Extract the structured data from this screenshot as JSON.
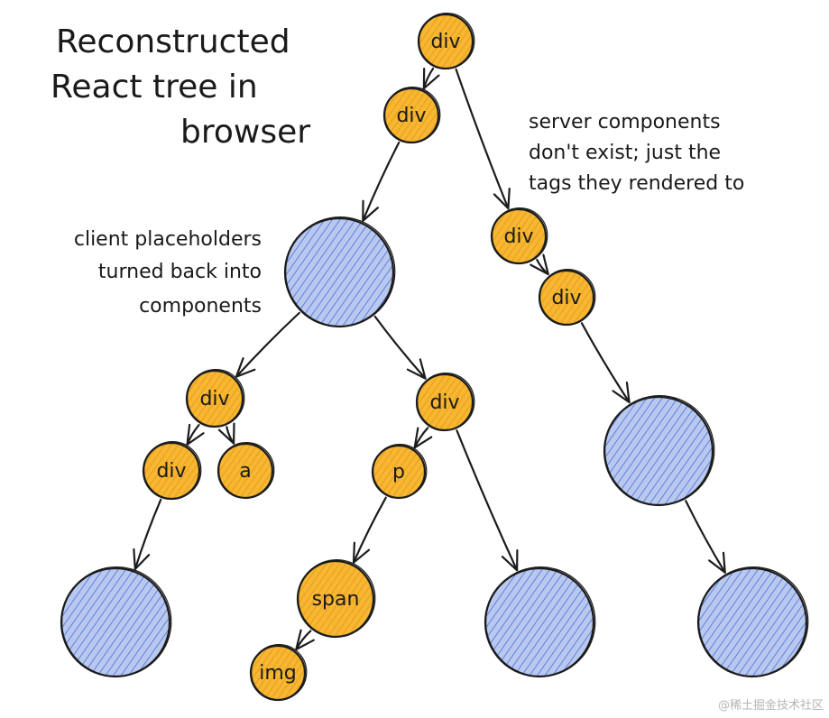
{
  "title": [
    "Reconstructed",
    "React tree in",
    "browser"
  ],
  "server_note": [
    "server components",
    "don't exist; just the",
    "tags they rendered to"
  ],
  "client_note": [
    "client placeholders",
    "turned back into",
    "components"
  ],
  "watermark": "@稀土掘金技术社区",
  "colors": {
    "element_fill": "#f7b733",
    "element_hatch": "#e8a21a",
    "component_fill": "#b9c9ee",
    "component_hatch": "#4a6ce0",
    "stroke": "#1c1c1c"
  },
  "nodes": [
    {
      "id": "root-div",
      "kind": "element",
      "label": "div"
    },
    {
      "id": "div-a",
      "kind": "element",
      "label": "div"
    },
    {
      "id": "client-comp-1",
      "kind": "component",
      "label": ""
    },
    {
      "id": "div-right-1",
      "kind": "element",
      "label": "div"
    },
    {
      "id": "div-right-2",
      "kind": "element",
      "label": "div"
    },
    {
      "id": "client-comp-2",
      "kind": "component",
      "label": ""
    },
    {
      "id": "div-left",
      "kind": "element",
      "label": "div"
    },
    {
      "id": "div-mid",
      "kind": "element",
      "label": "div"
    },
    {
      "id": "div-left-child",
      "kind": "element",
      "label": "div"
    },
    {
      "id": "a-node",
      "kind": "element",
      "label": "a"
    },
    {
      "id": "p-node",
      "kind": "element",
      "label": "p"
    },
    {
      "id": "span-node",
      "kind": "element",
      "label": "span"
    },
    {
      "id": "img-node",
      "kind": "element",
      "label": "img"
    },
    {
      "id": "leaf-comp-1",
      "kind": "component",
      "label": ""
    },
    {
      "id": "leaf-comp-2",
      "kind": "component",
      "label": ""
    },
    {
      "id": "leaf-comp-3",
      "kind": "component",
      "label": ""
    }
  ],
  "edges": [
    [
      "root-div",
      "div-a"
    ],
    [
      "root-div",
      "div-right-1"
    ],
    [
      "div-a",
      "client-comp-1"
    ],
    [
      "div-right-1",
      "div-right-2"
    ],
    [
      "div-right-2",
      "client-comp-2"
    ],
    [
      "client-comp-1",
      "div-left"
    ],
    [
      "client-comp-1",
      "div-mid"
    ],
    [
      "div-left",
      "div-left-child"
    ],
    [
      "div-left",
      "a-node"
    ],
    [
      "div-mid",
      "p-node"
    ],
    [
      "div-mid",
      "leaf-comp-2"
    ],
    [
      "div-left-child",
      "leaf-comp-1"
    ],
    [
      "p-node",
      "span-node"
    ],
    [
      "span-node",
      "img-node"
    ],
    [
      "client-comp-2",
      "leaf-comp-3"
    ]
  ]
}
